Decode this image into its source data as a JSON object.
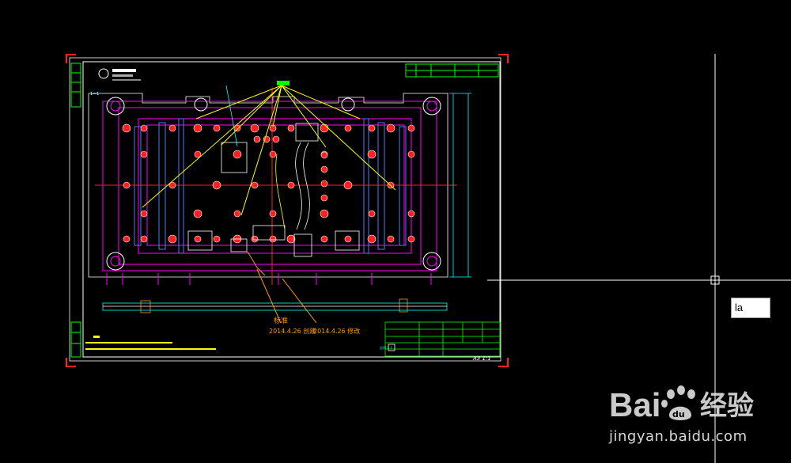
{
  "drawing": {
    "annotations": {
      "date_label_left": "2014.4.26 创建",
      "date_label_right": "2014.4.26 修改",
      "top_left_mark": "1—1",
      "scale_mark": "比例 1:1",
      "bottom_right_mark": "A3  1:1"
    }
  },
  "command": {
    "typed_value": "la"
  },
  "watermark": {
    "brand_latin": "Bai",
    "brand_cn": "经验",
    "url": "jingyan.baidu.com"
  },
  "colors": {
    "background": "#000000",
    "frame": "#ffffff",
    "outline": "#ff00ff",
    "holes": "#ff2020",
    "centerline": "#ff2020",
    "leader": "#ffff00",
    "dimension": "#00ffff",
    "note": "#ff9900",
    "block": "#00ff00",
    "plate": "#4a7dff"
  },
  "icons": {
    "crosshair": "crosshair-cursor-icon",
    "paw": "baidu-paw-icon"
  }
}
